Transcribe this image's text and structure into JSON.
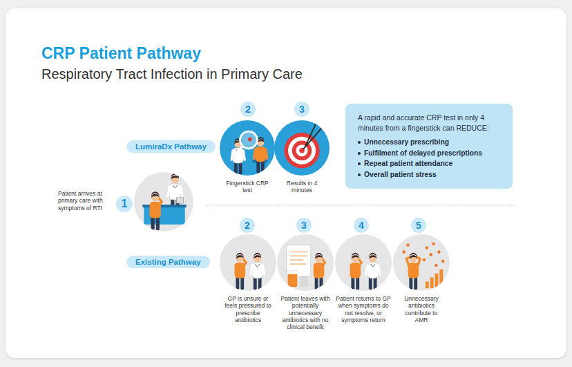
{
  "diagram": {
    "title": "CRP Patient Pathway",
    "nodes": [
      {
        "text": [
          "LumiraDx Pathway"
        ]
      },
      {
        "text": [
          "2"
        ]
      },
      {
        "text": [
          "Fingerstick CRP test"
        ]
      },
      {
        "text": [
          "3"
        ]
      },
      {
        "text": [
          "Results in 4 minutes"
        ]
      },
      {
        "text": [
          "A rapid and accurate CRP test in only 4 minutes from a fingerstick can REDUCE:",
          "Unnecessary prescribing",
          "Fulfilment of delayed prescriptions",
          "Repeat patient attendance",
          "Overall patient stress"
        ]
      },
      {
        "text": [
          "1"
        ]
      },
      {
        "text": [
          "Patient arrives at primary care with symptoms of RTI"
        ]
      },
      {
        "text": [
          "Existing Pathway"
        ]
      },
      {
        "text": [
          "2"
        ]
      },
      {
        "text": [
          "GP is unsure or feels pressured to prescribe antibiotics"
        ]
      },
      {
        "text": [
          "3"
        ]
      },
      {
        "text": [
          "Patient leaves with potentially unnecessary antibiotics with no clinical benefit"
        ]
      },
      {
        "text": [
          "4"
        ]
      },
      {
        "text": [
          "Patient returns to GP when symptoms do not resolve, or symptoms return"
        ]
      },
      {
        "text": [
          "5"
        ]
      },
      {
        "text": [
          "Unnecessary antibiotics contribute to AMR"
        ]
      }
    ],
    "labels": [
      "Respiratory Tract Infection in Primary Care"
    ]
  }
}
